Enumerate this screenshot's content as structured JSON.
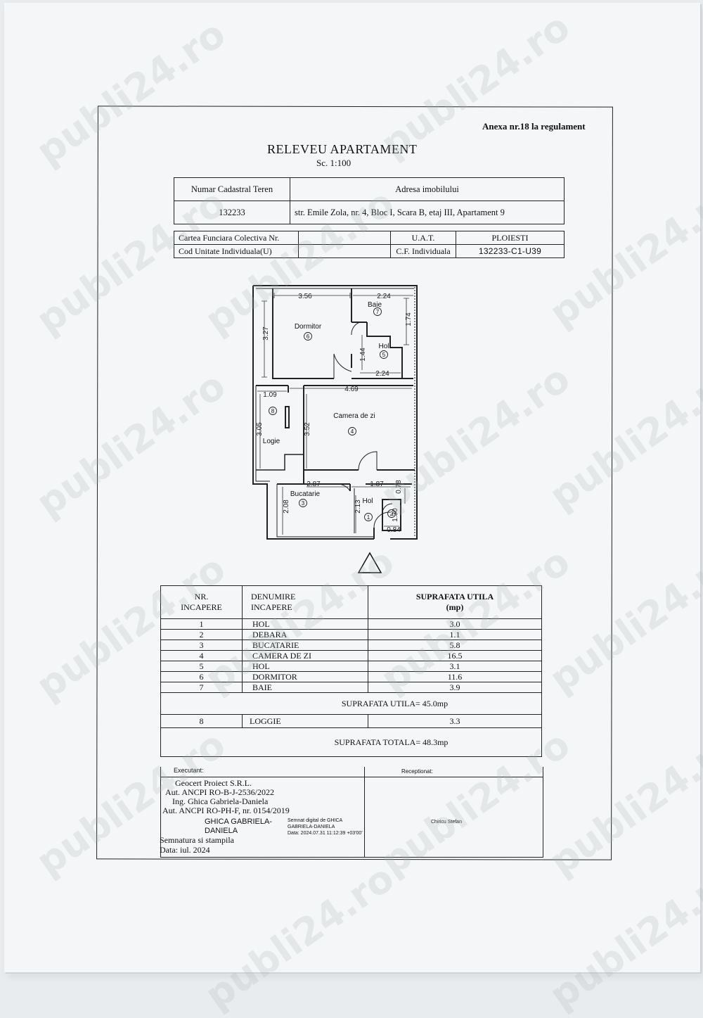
{
  "header": {
    "annex": "Anexa nr.18 la regulament",
    "title": "RELEVEU APARTAMENT",
    "scale": "Sc. 1:100"
  },
  "info": {
    "cadastral_label": "Numar Cadastral Teren",
    "address_label": "Adresa imobilului",
    "cadastral_value": "132233",
    "address_value": "str. Emile Zola, nr. 4,  Bloc I, Scara B, etaj III, Apartament 9",
    "cf_collective_label": "Cartea Funciara Colectiva Nr.",
    "uat_label": "U.A.T.",
    "uat_value": "PLOIESTI",
    "unit_code_label": "Cod Unitate Individuala(U)",
    "cf_individual_label": "C.F. Individuala",
    "cf_individual_value": "132233-C1-U39"
  },
  "plan": {
    "rooms": [
      "Dormitor",
      "Baie",
      "Hol",
      "Camera de zi",
      "Logie",
      "Bucatarie",
      "Hol"
    ],
    "numbers": [
      "1",
      "2",
      "3",
      "4",
      "5",
      "6",
      "7",
      "8"
    ],
    "dims": [
      "3.56",
      "2.24",
      "1.74",
      "3.27",
      "1.44",
      "2.24",
      "4.69",
      "1.09",
      "3.05",
      "3.52",
      "2.87",
      "1.87",
      "0.78",
      "2.08",
      "2.13",
      "1.30",
      "0.84"
    ]
  },
  "rooms_table": {
    "headers": {
      "nr_line1": "NR.",
      "nr_line2": "INCAPERE",
      "name_line1": "DENUMIRE",
      "name_line2": "INCAPERE",
      "area_line1": "SUPRAFATA UTILA",
      "area_line2": "(mp)"
    },
    "rows": [
      {
        "nr": "1",
        "name": "HOL",
        "area": "3.0"
      },
      {
        "nr": "2",
        "name": "DEBARA",
        "area": "1.1"
      },
      {
        "nr": "3",
        "name": "BUCATARIE",
        "area": "5.8"
      },
      {
        "nr": "4",
        "name": "CAMERA DE ZI",
        "area": "16.5"
      },
      {
        "nr": "5",
        "name": "HOL",
        "area": "3.1"
      },
      {
        "nr": "6",
        "name": "DORMITOR",
        "area": "11.6"
      },
      {
        "nr": "7",
        "name": "BAIE",
        "area": "3.9"
      }
    ],
    "useful_total": "SUPRAFATA  UTILA= 45.0mp",
    "loggia": {
      "nr": "8",
      "name": "LOGGIE",
      "area": "3.3"
    },
    "grand_total": "SUPRAFATA TOTALA= 48.3mp"
  },
  "signature": {
    "executant_label": "Executant:",
    "receptionat_label": "Receptionat:",
    "company": "Geocert Proiect S.R.L.",
    "aut1": "Aut. ANCPI  RO-B-J-2536/2022",
    "engineer": "Ing. Ghica Gabriela-Daniela",
    "aut2": "Aut. ANCPI RO-PH-F, nr. 0154/2019",
    "signer_line1": "GHICA GABRIELA-",
    "signer_line2": "DANIELA",
    "digital_line1": "Semnat digital de GHICA",
    "digital_line2": "GABRIELA-DANIELA",
    "digital_line3": "Data: 2024.07.31 11:12:39 +03'00'",
    "stamp_label": "Semnatura si stampila",
    "date": "Data: iul. 2024",
    "receiver": "Chiricu Stefan"
  },
  "watermark": "publi24.ro"
}
